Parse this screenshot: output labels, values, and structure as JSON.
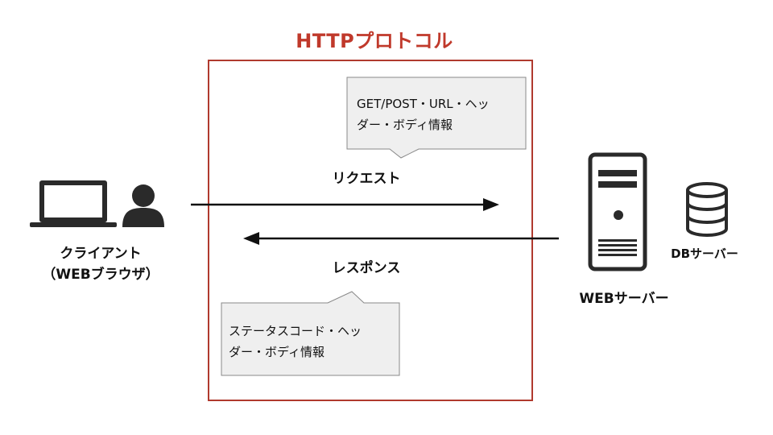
{
  "protocol": {
    "title": "HTTPプロトコル"
  },
  "request": {
    "label": "リクエスト",
    "bubble_line1": "GET/POST・URL・ヘッ",
    "bubble_line2": "ダー・ボディ情報"
  },
  "response": {
    "label": "レスポンス",
    "bubble_line1": "ステータスコード・ヘッ",
    "bubble_line2": "ダー・ボディ情報"
  },
  "client": {
    "label_line1": "クライアント",
    "label_line2": "（WEBブラウザ）"
  },
  "server": {
    "label": "WEBサーバー"
  },
  "database": {
    "label": "DBサーバー"
  },
  "colors": {
    "accent": "#c0392b",
    "frame": "#b03a2e",
    "bubble_fill": "#efefef",
    "bubble_stroke": "#888888",
    "icon": "#2a2a2a"
  },
  "icons": [
    "laptop-icon",
    "user-icon",
    "server-tower-icon",
    "database-icon"
  ]
}
